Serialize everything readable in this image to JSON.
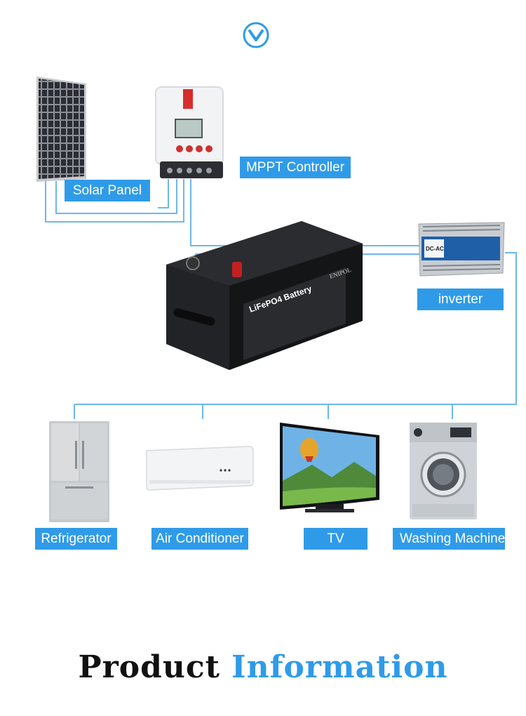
{
  "header": {
    "icon": "chevron-down-circle-icon"
  },
  "components": {
    "solar_panel": {
      "label": "Solar Panel"
    },
    "mppt_controller": {
      "label": "MPPT Controller"
    },
    "battery": {
      "brand": "ENIPOL",
      "title": "LiFePO4 Battery"
    },
    "inverter": {
      "label": "inverter",
      "face_text": "DC-AC"
    }
  },
  "appliances": [
    {
      "label": "Refrigerator"
    },
    {
      "label": "Air Conditioner"
    },
    {
      "label": "TV"
    },
    {
      "label": "Washing Machine"
    }
  ],
  "footer": {
    "title_part1": "Product",
    "title_part2": "Information"
  },
  "colors": {
    "accent": "#2f9be8",
    "wire": "#6cb7ee",
    "title_dark": "#111111"
  }
}
